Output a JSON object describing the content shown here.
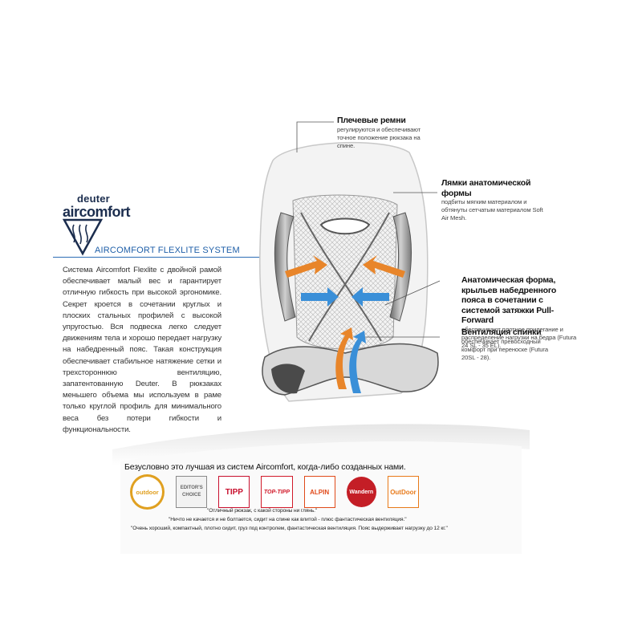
{
  "brand": {
    "name_top": "deuter",
    "name_main": "aircomfort",
    "system_title": "AIRCOMFORT FLEXLITE SYSTEM"
  },
  "description": "Система Aircomfort Flexlite с двойной рамой обеспечивает малый вес и гарантирует отличную гибкость при высокой эргономике. Секрет кроется в сочетании круглых и плоских стальных профилей с высокой упругостью. Вся подвеска легко следует движениям тела и хорошо передает нагрузку на набедренный пояс. Такая конструкция обеспечивает стабильное натяжение сетки и трехстороннюю вентиляцию, запатентованную Deuter. В рюкзаках меньшего объема мы используем в раме только круглой профиль для минимального веса без потери гибкости и функциональности.",
  "callouts": [
    {
      "title": "Плечевые ремни",
      "text": "регулируются и обеспечивают точное положение рюкзака на спине."
    },
    {
      "title": "Лямки анатомической формы",
      "text": "подбиты мягким материалом и обтянуты сетчатым материалом Soft Air Mesh."
    },
    {
      "title": "Анатомическая форма, крыльев набедренного пояса в сочетании с системой затяжки Pull-Forward",
      "text": "обеспечивают плотное прилегание и распределение нагрузки на бедра (Futura 24 SL - 35 EL)."
    },
    {
      "title": "Вентиляция спинки",
      "text": "обеспечивает превосходный комфорт при переноске (Futura 20SL - 28)."
    }
  ],
  "awards": {
    "title": "Безусловно это лучшая из систем Aircomfort, когда-либо созданных нами.",
    "badges": [
      {
        "label": "outdoor",
        "color": "#e0a020"
      },
      {
        "label": "EDITOR'S CHOICE",
        "color": "#8a8a8a"
      },
      {
        "label": "TIPP",
        "color": "#c8102e"
      },
      {
        "label": "TOP-TIPP",
        "color": "#d11a2a"
      },
      {
        "label": "ALPIN",
        "color": "#e04a1a"
      },
      {
        "label": "Wandern",
        "color": "#c41e26"
      },
      {
        "label": "OutDoor",
        "color": "#e87a1a"
      }
    ],
    "quotes": [
      "\"Отличный рюкзак, с какой стороны ни глянь.\"",
      "\"Ничто не качается и не болтается, сидит на спине как влитой - плюс фантастическая вентиляция.\"",
      "\"Очень хороший, компактный, плотно сидит, груз под контролем, фантастическая вентиляция. Пояс выдерживает нагрузку до 12 кг.\""
    ]
  },
  "colors": {
    "brand_blue": "#1b2d4e",
    "accent_blue": "#2d6db5",
    "arrow_orange": "#e8852a",
    "arrow_blue": "#3a8fd8"
  }
}
